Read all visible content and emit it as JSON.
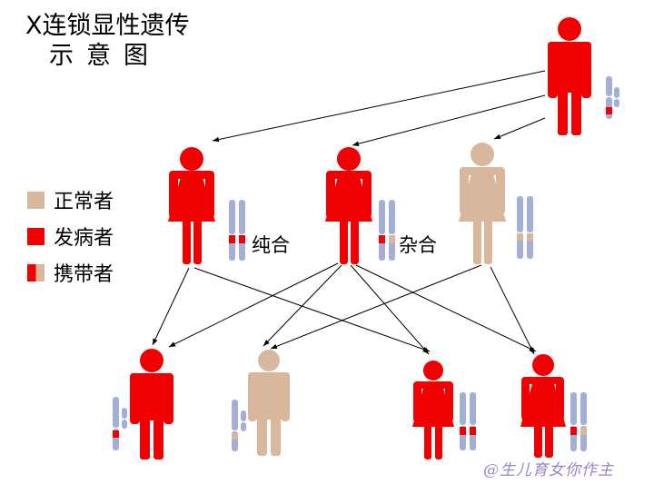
{
  "title": {
    "line1": "X连锁显性遗传",
    "line2": "示意图"
  },
  "legend": [
    {
      "label": "正常者",
      "kind": "normal"
    },
    {
      "label": "发病者",
      "kind": "affected"
    },
    {
      "label": "携带者",
      "kind": "carrier"
    }
  ],
  "annotations": {
    "homozygous": "纯合",
    "heterozygous": "杂合"
  },
  "watermark": "@生儿育女你作主",
  "colors": {
    "affected": "#f00000",
    "normal": "#d8b79c",
    "chromosome": "#a3afd6",
    "arrow": "#000000"
  }
}
